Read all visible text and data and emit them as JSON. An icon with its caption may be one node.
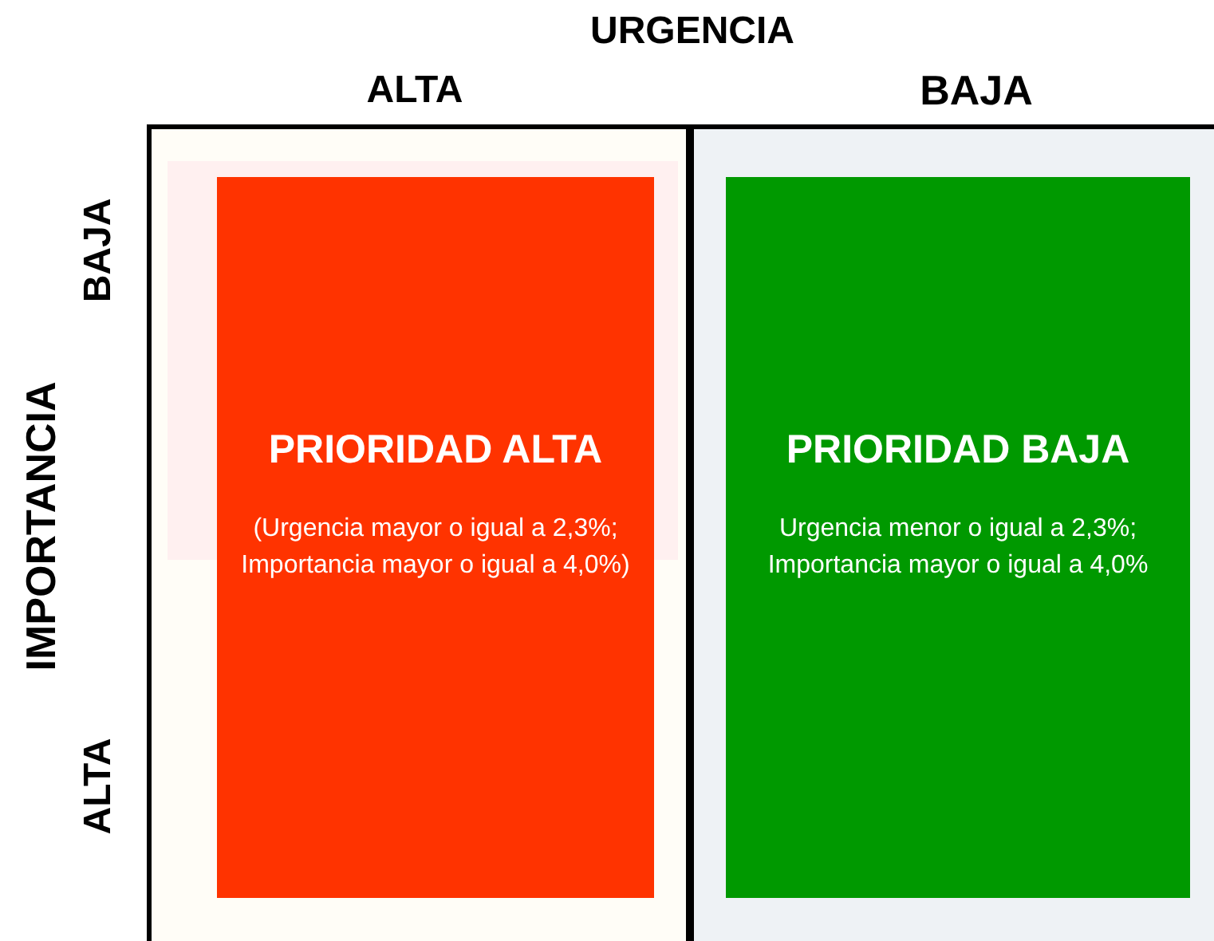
{
  "diagram": {
    "nodes": [
      {
        "text": [],
        "shape": "box"
      },
      {
        "text": [
          "PRIORIDAD ALTA",
          "(Urgencia mayor o igual a 2,3%; Importancia mayor o igual a 4,0%)"
        ],
        "in": 0
      },
      {
        "text": [],
        "shape": "box"
      },
      {
        "text": [
          "PRIORIDAD BAJA",
          "Urgencia menor o igual a 2,3%; Importancia mayor o igual a 4,0%"
        ],
        "in": 2
      }
    ],
    "labels": [
      "URGENCIA",
      "ALTA",
      "BAJA",
      "BAJA",
      "IMPORTANCIA",
      "ALTA"
    ]
  }
}
